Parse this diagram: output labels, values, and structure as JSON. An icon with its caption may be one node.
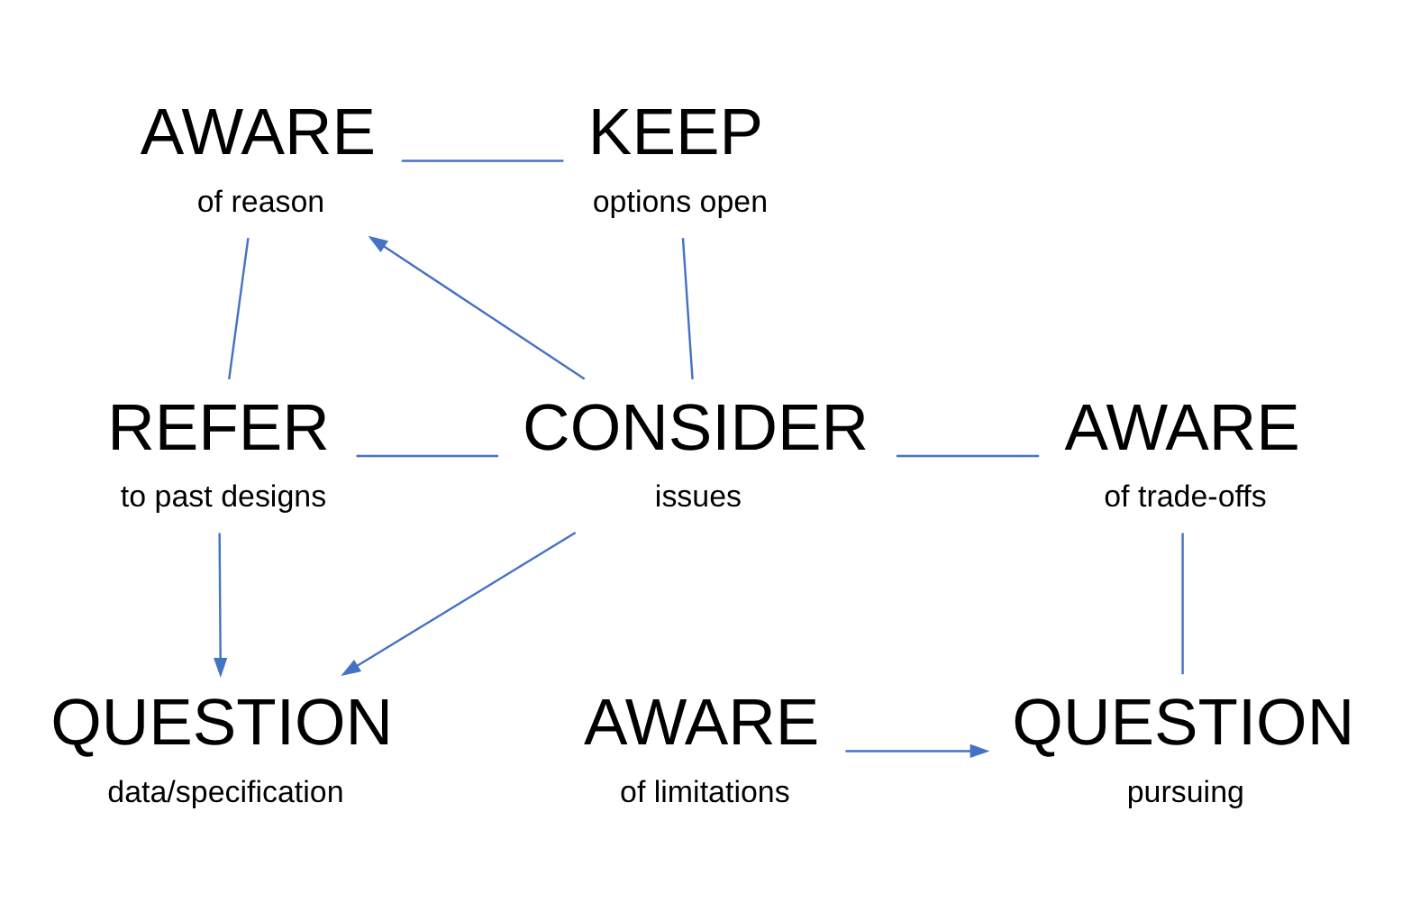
{
  "diagram": {
    "nodes": [
      {
        "text": [
          "AWARE",
          "of reason"
        ]
      },
      {
        "text": [
          "KEEP",
          "options open"
        ]
      },
      {
        "text": [
          "REFER",
          "to past designs"
        ]
      },
      {
        "text": [
          "CONSIDER",
          "issues"
        ]
      },
      {
        "text": [
          "AWARE",
          "of trade-offs"
        ]
      },
      {
        "text": [
          "QUESTION",
          "data/specification"
        ]
      },
      {
        "text": [
          "AWARE",
          "of limitations"
        ]
      },
      {
        "text": [
          "QUESTION",
          "pursuing"
        ]
      }
    ],
    "edges": [
      {
        "from": 0,
        "to": 1,
        "arrow": "none"
      },
      {
        "from": 0,
        "to": 2,
        "arrow": "none"
      },
      {
        "from": 3,
        "to": 0,
        "arrow": "to"
      },
      {
        "from": 1,
        "to": 3,
        "arrow": "none"
      },
      {
        "from": 2,
        "to": 3,
        "arrow": "none"
      },
      {
        "from": 3,
        "to": 4,
        "arrow": "none"
      },
      {
        "from": 2,
        "to": 5,
        "arrow": "to"
      },
      {
        "from": 3,
        "to": 5,
        "arrow": "to"
      },
      {
        "from": 4,
        "to": 7,
        "arrow": "none"
      },
      {
        "from": 6,
        "to": 7,
        "arrow": "to"
      }
    ]
  }
}
